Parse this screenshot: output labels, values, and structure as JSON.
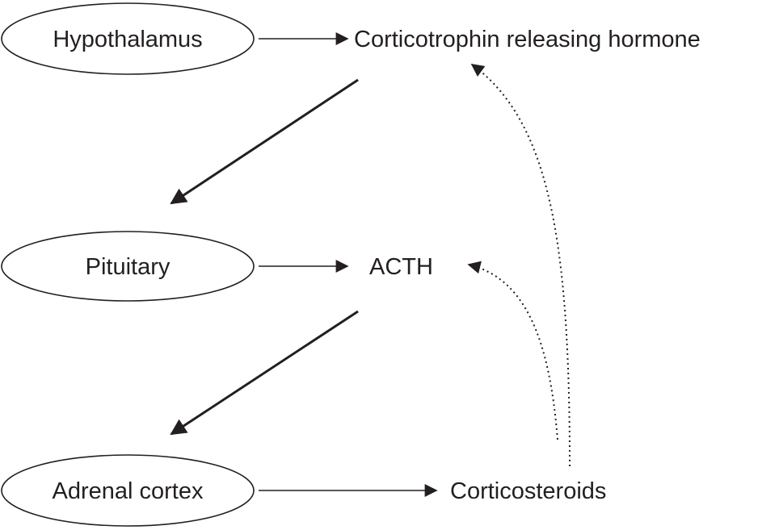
{
  "nodes": {
    "hypothalamus": "Hypothalamus",
    "crh": "Corticotrophin releasing hormone",
    "pituitary": "Pituitary",
    "acth": "ACTH",
    "adrenal": "Adrenal cortex",
    "corticosteroids": "Corticosteroids"
  },
  "colors": {
    "ink": "#231f20"
  }
}
